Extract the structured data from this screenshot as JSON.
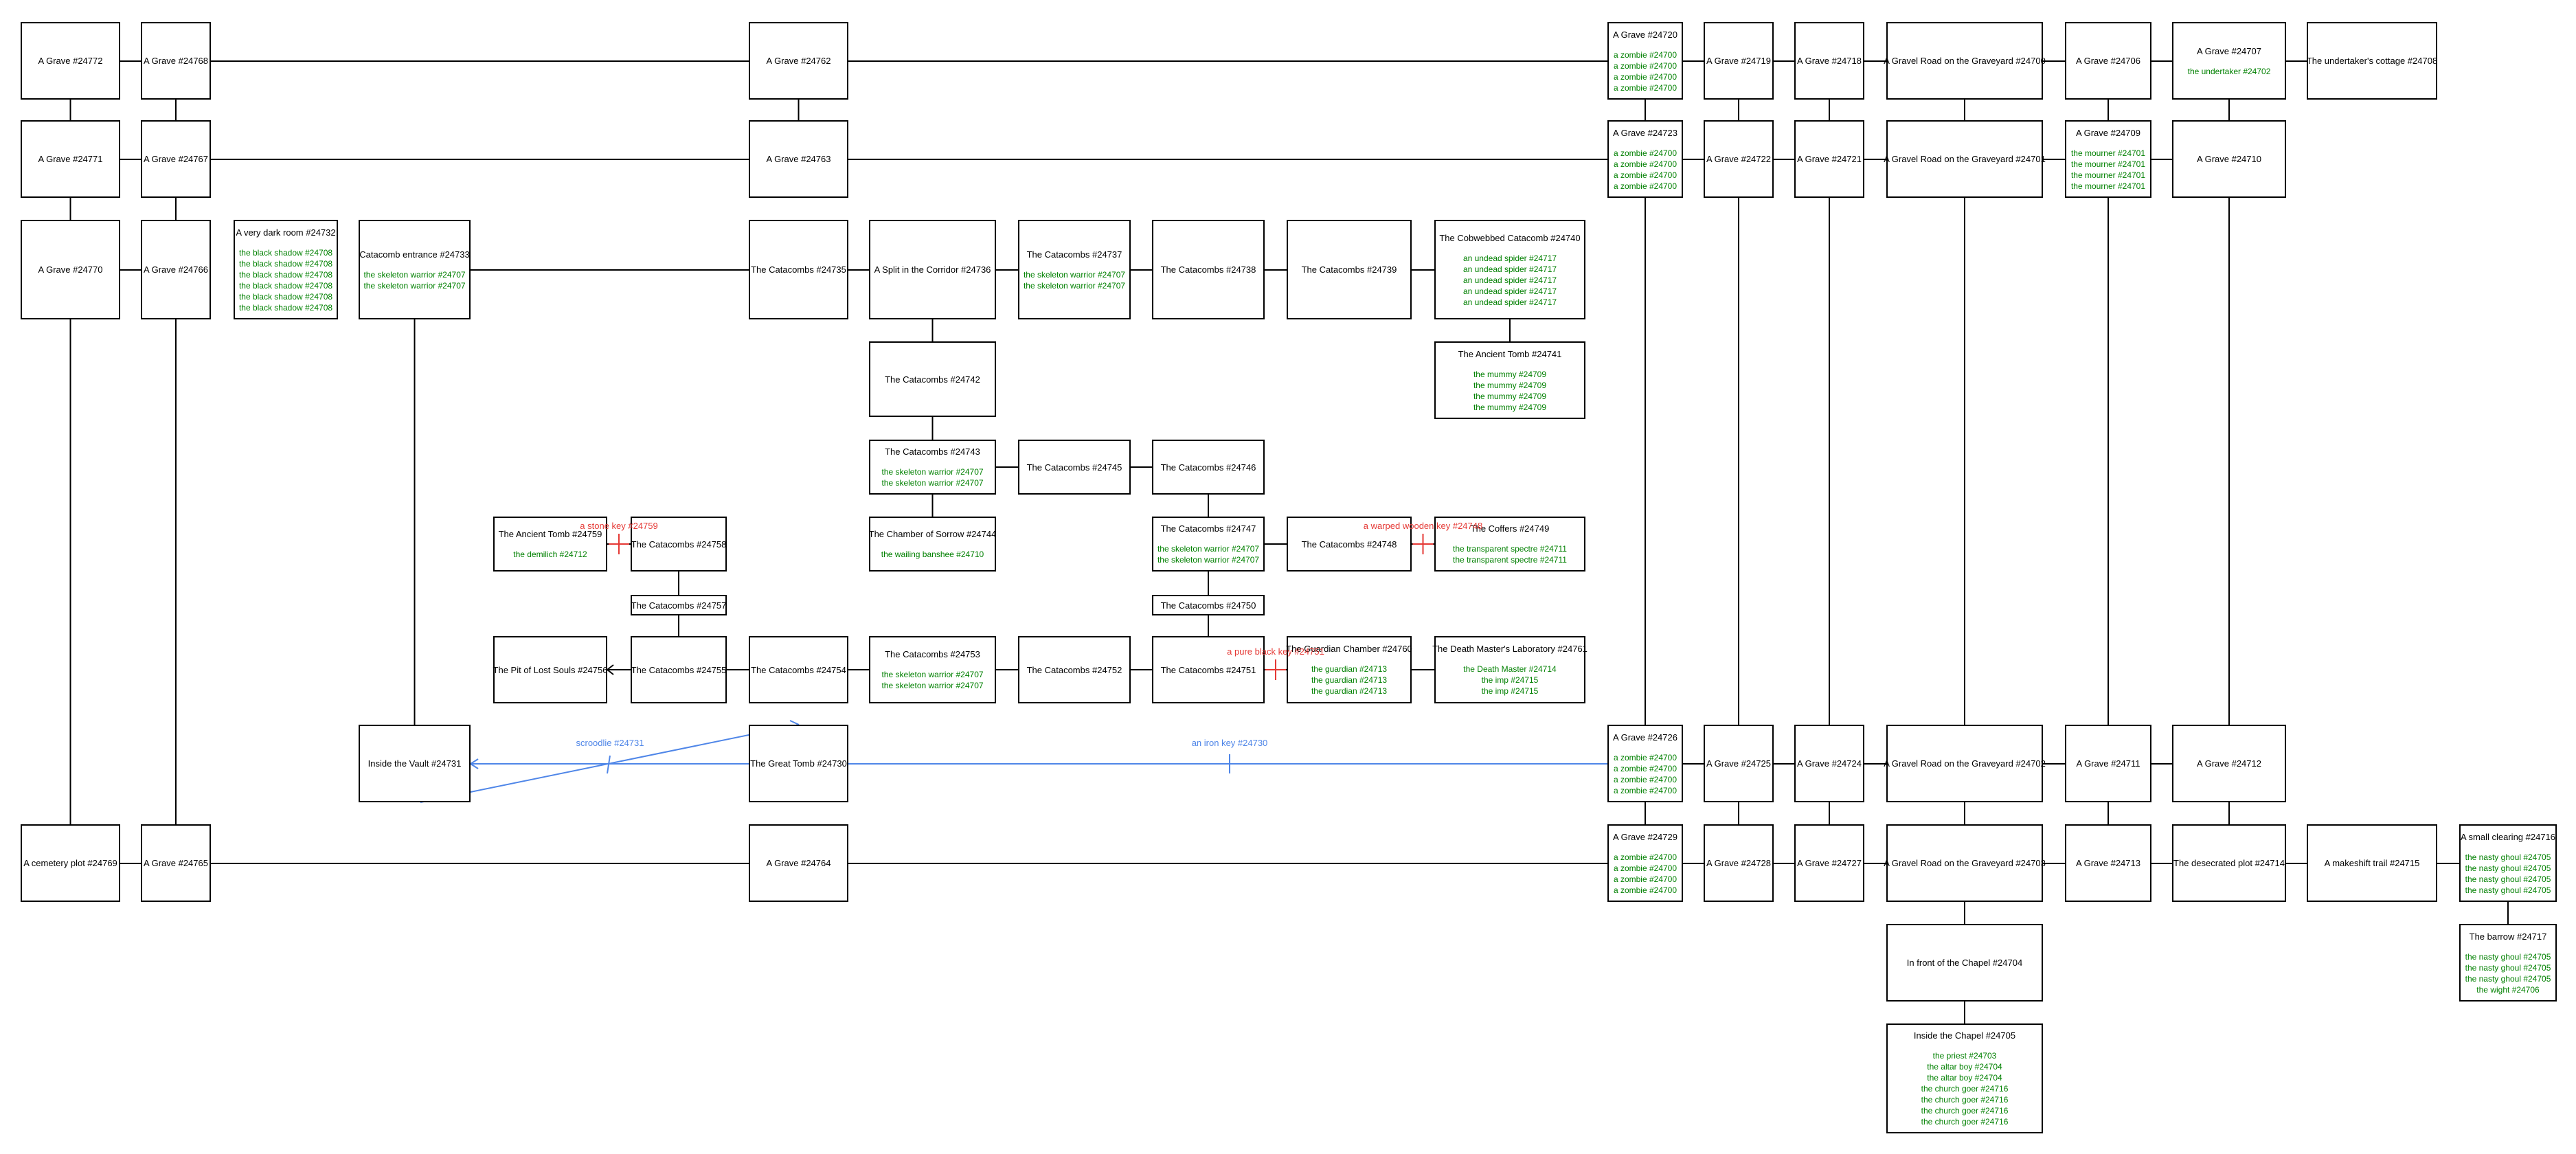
{
  "colors": {
    "box_border": "#000000",
    "room_text": "#000000",
    "mob_text": "#008000",
    "lock_label": "#e53935",
    "secret_passage": "#4f86e8"
  },
  "rooms": [
    {
      "id": "r24772",
      "title": "A Grave #24772",
      "mobs": []
    },
    {
      "id": "r24768",
      "title": "A Grave #24768",
      "mobs": []
    },
    {
      "id": "r24762",
      "title": "A Grave #24762",
      "mobs": []
    },
    {
      "id": "r24720",
      "title": "A Grave #24720",
      "mobs": [
        "a zombie #24700",
        "a zombie #24700",
        "a zombie #24700",
        "a zombie #24700"
      ]
    },
    {
      "id": "r24719",
      "title": "A Grave #24719",
      "mobs": []
    },
    {
      "id": "r24718",
      "title": "A Grave #24718",
      "mobs": []
    },
    {
      "id": "r24700",
      "title": "A Gravel Road on the Graveyard #24700",
      "mobs": []
    },
    {
      "id": "r24706",
      "title": "A Grave #24706",
      "mobs": []
    },
    {
      "id": "r24707",
      "title": "A Grave #24707",
      "mobs": [
        "the undertaker #24702"
      ]
    },
    {
      "id": "r24708",
      "title": "The undertaker's cottage #24708",
      "mobs": []
    },
    {
      "id": "r24771",
      "title": "A Grave #24771",
      "mobs": []
    },
    {
      "id": "r24767",
      "title": "A Grave #24767",
      "mobs": []
    },
    {
      "id": "r24763",
      "title": "A Grave #24763",
      "mobs": []
    },
    {
      "id": "r24723",
      "title": "A Grave #24723",
      "mobs": [
        "a zombie #24700",
        "a zombie #24700",
        "a zombie #24700",
        "a zombie #24700"
      ]
    },
    {
      "id": "r24722",
      "title": "A Grave #24722",
      "mobs": []
    },
    {
      "id": "r24721",
      "title": "A Grave #24721",
      "mobs": []
    },
    {
      "id": "r24701",
      "title": "A Gravel Road on the Graveyard #24701",
      "mobs": []
    },
    {
      "id": "r24709",
      "title": "A Grave #24709",
      "mobs": [
        "the mourner #24701",
        "the mourner #24701",
        "the mourner #24701",
        "the mourner #24701"
      ]
    },
    {
      "id": "r24710",
      "title": "A Grave #24710",
      "mobs": []
    },
    {
      "id": "r24770",
      "title": "A Grave #24770",
      "mobs": []
    },
    {
      "id": "r24766",
      "title": "A Grave #24766",
      "mobs": []
    },
    {
      "id": "r24732",
      "title": "A very dark room #24732",
      "mobs": [
        "the black shadow #24708",
        "the black shadow #24708",
        "the black shadow #24708",
        "the black shadow #24708",
        "the black shadow #24708",
        "the black shadow #24708"
      ]
    },
    {
      "id": "r24733",
      "title": "Catacomb entrance #24733",
      "mobs": [
        "the skeleton warrior #24707",
        "the skeleton warrior #24707"
      ]
    },
    {
      "id": "r24735",
      "title": "The Catacombs #24735",
      "mobs": []
    },
    {
      "id": "r24736",
      "title": "A Split in the Corridor #24736",
      "mobs": []
    },
    {
      "id": "r24737",
      "title": "The Catacombs #24737",
      "mobs": [
        "the skeleton warrior #24707",
        "the skeleton warrior #24707"
      ]
    },
    {
      "id": "r24738",
      "title": "The Catacombs #24738",
      "mobs": []
    },
    {
      "id": "r24739",
      "title": "The Catacombs #24739",
      "mobs": []
    },
    {
      "id": "r24740",
      "title": "The Cobwebbed Catacomb #24740",
      "mobs": [
        "an undead spider #24717",
        "an undead spider #24717",
        "an undead spider #24717",
        "an undead spider #24717",
        "an undead spider #24717"
      ]
    },
    {
      "id": "r24742",
      "title": "The Catacombs #24742",
      "mobs": []
    },
    {
      "id": "r24741",
      "title": "The Ancient Tomb #24741",
      "mobs": [
        "the mummy #24709",
        "the mummy #24709",
        "the mummy #24709",
        "the mummy #24709"
      ]
    },
    {
      "id": "r24743",
      "title": "The Catacombs #24743",
      "mobs": [
        "the skeleton warrior #24707",
        "the skeleton warrior #24707"
      ]
    },
    {
      "id": "r24745",
      "title": "The Catacombs #24745",
      "mobs": []
    },
    {
      "id": "r24746",
      "title": "The Catacombs #24746",
      "mobs": []
    },
    {
      "id": "r24759",
      "title": "The Ancient Tomb #24759",
      "mobs": [
        "the demilich #24712"
      ]
    },
    {
      "id": "r24758",
      "title": "The Catacombs #24758",
      "mobs": []
    },
    {
      "id": "r24744",
      "title": "The Chamber of Sorrow #24744",
      "mobs": [
        "the wailing banshee #24710"
      ]
    },
    {
      "id": "r24747",
      "title": "The Catacombs #24747",
      "mobs": [
        "the skeleton warrior #24707",
        "the skeleton warrior #24707"
      ]
    },
    {
      "id": "r24748",
      "title": "The Catacombs #24748",
      "mobs": []
    },
    {
      "id": "r24749",
      "title": "The Coffers #24749",
      "mobs": [
        "the transparent spectre #24711",
        "the transparent spectre #24711"
      ]
    },
    {
      "id": "r24757",
      "title": "The Catacombs #24757",
      "mobs": []
    },
    {
      "id": "r24750",
      "title": "The Catacombs #24750",
      "mobs": []
    },
    {
      "id": "r24756",
      "title": "The Pit of Lost Souls #24756",
      "mobs": []
    },
    {
      "id": "r24755",
      "title": "The Catacombs #24755",
      "mobs": []
    },
    {
      "id": "r24754",
      "title": "The Catacombs #24754",
      "mobs": []
    },
    {
      "id": "r24753",
      "title": "The Catacombs #24753",
      "mobs": [
        "the skeleton warrior #24707",
        "the skeleton warrior #24707"
      ]
    },
    {
      "id": "r24752",
      "title": "The Catacombs #24752",
      "mobs": []
    },
    {
      "id": "r24751",
      "title": "The Catacombs #24751",
      "mobs": []
    },
    {
      "id": "r24760",
      "title": "The Guardian Chamber #24760",
      "mobs": [
        "the guardian #24713",
        "the guardian #24713",
        "the guardian #24713"
      ]
    },
    {
      "id": "r24761",
      "title": "The Death Master's Laboratory #24761",
      "mobs": [
        "the Death Master #24714",
        "the imp #24715",
        "the imp #24715"
      ]
    },
    {
      "id": "r24731",
      "title": "Inside the Vault #24731",
      "mobs": []
    },
    {
      "id": "r24730",
      "title": "The Great Tomb #24730",
      "mobs": []
    },
    {
      "id": "r24726",
      "title": "A Grave #24726",
      "mobs": [
        "a zombie #24700",
        "a zombie #24700",
        "a zombie #24700",
        "a zombie #24700"
      ]
    },
    {
      "id": "r24725",
      "title": "A Grave #24725",
      "mobs": []
    },
    {
      "id": "r24724",
      "title": "A Grave #24724",
      "mobs": []
    },
    {
      "id": "r24702",
      "title": "A Gravel Road on the Graveyard #24702",
      "mobs": []
    },
    {
      "id": "r24711",
      "title": "A Grave #24711",
      "mobs": []
    },
    {
      "id": "r24712",
      "title": "A Grave #24712",
      "mobs": []
    },
    {
      "id": "r24769",
      "title": "A cemetery plot #24769",
      "mobs": []
    },
    {
      "id": "r24765",
      "title": "A Grave #24765",
      "mobs": []
    },
    {
      "id": "r24764",
      "title": "A Grave #24764",
      "mobs": []
    },
    {
      "id": "r24729",
      "title": "A Grave #24729",
      "mobs": [
        "a zombie #24700",
        "a zombie #24700",
        "a zombie #24700",
        "a zombie #24700"
      ]
    },
    {
      "id": "r24728",
      "title": "A Grave #24728",
      "mobs": []
    },
    {
      "id": "r24727",
      "title": "A Grave #24727",
      "mobs": []
    },
    {
      "id": "r24703",
      "title": "A Gravel Road on the Graveyard #24703",
      "mobs": []
    },
    {
      "id": "r24713",
      "title": "A Grave #24713",
      "mobs": []
    },
    {
      "id": "r24714",
      "title": "The desecrated plot #24714",
      "mobs": []
    },
    {
      "id": "r24715",
      "title": "A makeshift trail #24715",
      "mobs": []
    },
    {
      "id": "r24716",
      "title": "A small clearing #24716",
      "mobs": [
        "the nasty ghoul #24705",
        "the nasty ghoul #24705",
        "the nasty ghoul #24705",
        "the nasty ghoul #24705"
      ]
    },
    {
      "id": "r24704",
      "title": "In front of the Chapel #24704",
      "mobs": []
    },
    {
      "id": "r24717",
      "title": "The barrow #24717",
      "mobs": [
        "the nasty ghoul #24705",
        "the nasty ghoul #24705",
        "the nasty ghoul #24705",
        "the wight #24706"
      ]
    },
    {
      "id": "r24705",
      "title": "Inside the Chapel #24705",
      "mobs": [
        "the priest #24703",
        "the altar boy #24704",
        "the altar boy #24704",
        "the church goer #24716",
        "the church goer #24716",
        "the church goer #24716",
        "the church goer #24716"
      ]
    }
  ],
  "exits": [
    [
      "r24772",
      "r24768"
    ],
    [
      "r24768",
      "r24762"
    ],
    [
      "r24762",
      "r24720"
    ],
    [
      "r24720",
      "r24719"
    ],
    [
      "r24719",
      "r24718"
    ],
    [
      "r24718",
      "r24700"
    ],
    [
      "r24700",
      "r24706"
    ],
    [
      "r24706",
      "r24707"
    ],
    [
      "r24707",
      "r24708"
    ],
    [
      "r24771",
      "r24767"
    ],
    [
      "r24767",
      "r24763"
    ],
    [
      "r24763",
      "r24723"
    ],
    [
      "r24723",
      "r24722"
    ],
    [
      "r24722",
      "r24721"
    ],
    [
      "r24721",
      "r24701"
    ],
    [
      "r24701",
      "r24709"
    ],
    [
      "r24709",
      "r24710"
    ],
    [
      "r24770",
      "r24766"
    ],
    [
      "r24733",
      "r24735"
    ],
    [
      "r24735",
      "r24736"
    ],
    [
      "r24736",
      "r24737"
    ],
    [
      "r24737",
      "r24738"
    ],
    [
      "r24738",
      "r24739"
    ],
    [
      "r24739",
      "r24740"
    ],
    [
      "r24743",
      "r24745"
    ],
    [
      "r24745",
      "r24746"
    ],
    [
      "r24747",
      "r24748"
    ],
    [
      "r24755",
      "r24754"
    ],
    [
      "r24754",
      "r24753"
    ],
    [
      "r24753",
      "r24752"
    ],
    [
      "r24752",
      "r24751"
    ],
    [
      "r24760",
      "r24761"
    ],
    [
      "r24731",
      "r24730"
    ],
    [
      "r24726",
      "r24725"
    ],
    [
      "r24725",
      "r24724"
    ],
    [
      "r24724",
      "r24702"
    ],
    [
      "r24702",
      "r24711"
    ],
    [
      "r24711",
      "r24712"
    ],
    [
      "r24769",
      "r24765"
    ],
    [
      "r24765",
      "r24764"
    ],
    [
      "r24764",
      "r24729"
    ],
    [
      "r24729",
      "r24728"
    ],
    [
      "r24728",
      "r24727"
    ],
    [
      "r24727",
      "r24703"
    ],
    [
      "r24703",
      "r24713"
    ],
    [
      "r24713",
      "r24714"
    ],
    [
      "r24714",
      "r24715"
    ],
    [
      "r24715",
      "r24716"
    ],
    [
      "r24772",
      "r24771"
    ],
    [
      "r24771",
      "r24770"
    ],
    [
      "r24770",
      "r24769"
    ],
    [
      "r24768",
      "r24767"
    ],
    [
      "r24767",
      "r24766"
    ],
    [
      "r24766",
      "r24765"
    ],
    [
      "r24762",
      "r24763"
    ],
    [
      "r24720",
      "r24723"
    ],
    [
      "r24723",
      "r24726"
    ],
    [
      "r24726",
      "r24729"
    ],
    [
      "r24719",
      "r24722"
    ],
    [
      "r24722",
      "r24725"
    ],
    [
      "r24725",
      "r24728"
    ],
    [
      "r24718",
      "r24721"
    ],
    [
      "r24721",
      "r24724"
    ],
    [
      "r24724",
      "r24727"
    ],
    [
      "r24700",
      "r24701"
    ],
    [
      "r24701",
      "r24702"
    ],
    [
      "r24702",
      "r24703"
    ],
    [
      "r24703",
      "r24704"
    ],
    [
      "r24704",
      "r24705"
    ],
    [
      "r24706",
      "r24709"
    ],
    [
      "r24709",
      "r24711"
    ],
    [
      "r24711",
      "r24713"
    ],
    [
      "r24707",
      "r24710"
    ],
    [
      "r24710",
      "r24712"
    ],
    [
      "r24712",
      "r24714"
    ],
    [
      "r24716",
      "r24717"
    ],
    [
      "r24733",
      "r24731"
    ],
    [
      "r24736",
      "r24742"
    ],
    [
      "r24742",
      "r24743"
    ],
    [
      "r24743",
      "r24744"
    ],
    [
      "r24740",
      "r24741"
    ],
    [
      "r24746",
      "r24747"
    ],
    [
      "r24747",
      "r24750"
    ],
    [
      "r24750",
      "r24751"
    ],
    [
      "r24758",
      "r24757"
    ],
    [
      "r24757",
      "r24755"
    ]
  ],
  "locked_exits": [
    {
      "from": "r24759",
      "to": "r24758",
      "key": "a stone key #24759"
    },
    {
      "from": "r24748",
      "to": "r24749",
      "key": "a warped wooden key #24748"
    },
    {
      "from": "r24751",
      "to": "r24760",
      "key": "a pure black key #24751"
    }
  ],
  "one_way_exits": [
    {
      "from": "r24755",
      "to": "r24756"
    }
  ],
  "secret_exits": [
    {
      "from": "r24726",
      "to": "r24731",
      "key": "an iron key #24730",
      "head": "r24731"
    },
    {
      "from": "r24731",
      "to": "r24730",
      "key": "scroodlie #24731",
      "head": "r24730"
    }
  ]
}
